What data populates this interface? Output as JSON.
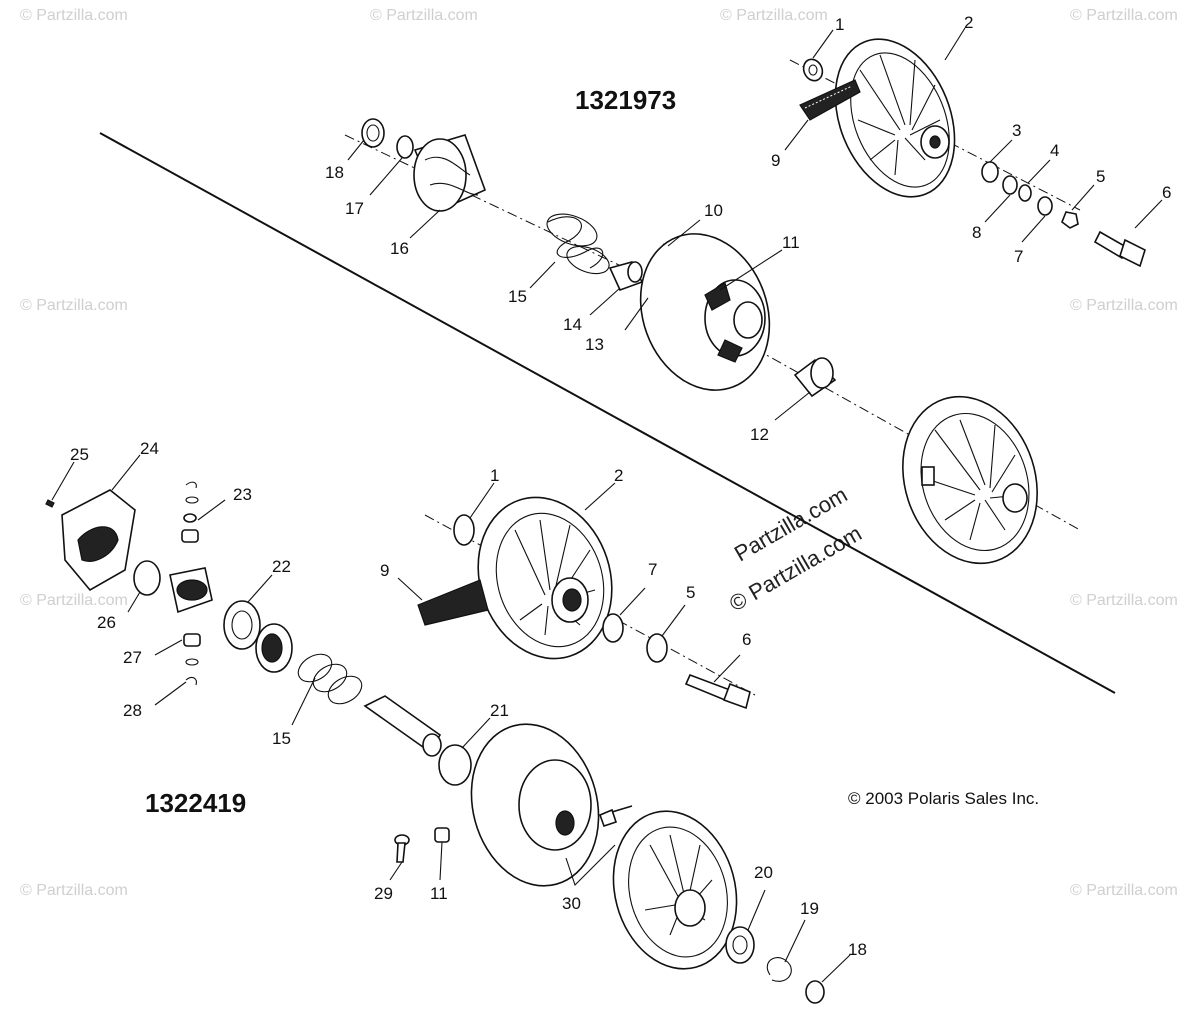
{
  "assemblies": {
    "upper": {
      "number": "1321973"
    },
    "lower": {
      "number": "1322419"
    }
  },
  "copyright": "© 2003 Polaris Sales Inc.",
  "watermark": {
    "text": "© Partzilla.com",
    "diagonal_text": "© Partzilla.com",
    "diagonal_text_2": "Partzilla.com"
  },
  "upper_labels": {
    "l1": "1",
    "l2": "2",
    "l3": "3",
    "l4": "4",
    "l5": "5",
    "l6": "6",
    "l7": "7",
    "l8": "8",
    "l9": "9",
    "l10": "10",
    "l11": "11",
    "l12": "12",
    "l13": "13",
    "l14": "14",
    "l15": "15",
    "l16": "16",
    "l17": "17",
    "l18": "18"
  },
  "lower_labels": {
    "l1": "1",
    "l2": "2",
    "l5": "5",
    "l6": "6",
    "l7": "7",
    "l9": "9",
    "l11": "11",
    "l15": "15",
    "l18": "18",
    "l19": "19",
    "l20": "20",
    "l21": "21",
    "l22": "22",
    "l23": "23",
    "l24": "24",
    "l25": "25",
    "l26": "26",
    "l27": "27",
    "l28": "28",
    "l29": "29",
    "l30": "30"
  }
}
